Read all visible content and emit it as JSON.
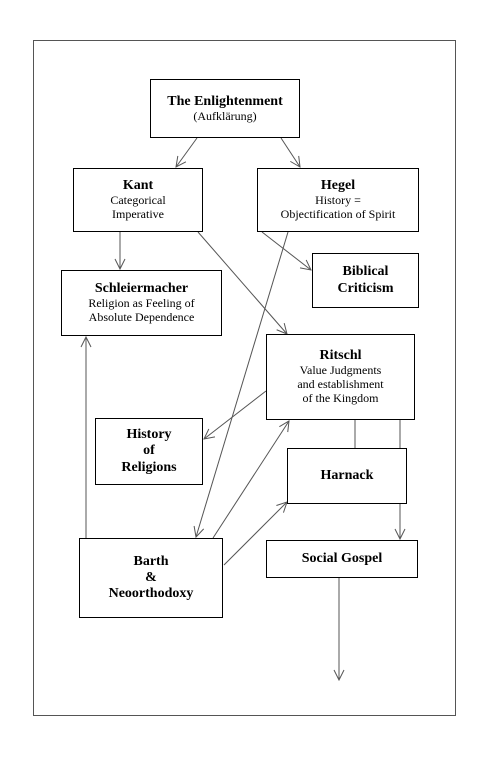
{
  "nodes": {
    "enlightenment": {
      "title": "The Enlightenment",
      "subtitle": "(Aufklärung)"
    },
    "kant": {
      "title": "Kant",
      "subtitle_lines": [
        "Categorical",
        "Imperative"
      ]
    },
    "hegel": {
      "title": "Hegel",
      "subtitle_lines": [
        "History =",
        "Objectification of Spirit"
      ]
    },
    "schleiermacher": {
      "title": "Schleiermacher",
      "subtitle_lines": [
        "Religion as Feeling of",
        "Absolute Dependence"
      ]
    },
    "biblical_criticism": {
      "title_lines": [
        "Biblical",
        "Criticism"
      ]
    },
    "ritschl": {
      "title": "Ritschl",
      "subtitle_lines": [
        "Value Judgments",
        "and establishment",
        "of the Kingdom"
      ]
    },
    "history_of_religions": {
      "title_lines": [
        "History",
        "of",
        "Religions"
      ]
    },
    "harnack": {
      "title": "Harnack"
    },
    "barth": {
      "title_lines": [
        "Barth",
        "&",
        "Neoorthodoxy"
      ]
    },
    "social_gospel": {
      "title": "Social Gospel"
    }
  },
  "edges": [
    {
      "from": "enlightenment",
      "to": "kant",
      "arrow": true
    },
    {
      "from": "enlightenment",
      "to": "hegel",
      "arrow": true
    },
    {
      "from": "kant",
      "to": "schleiermacher",
      "arrow": true
    },
    {
      "from": "kant",
      "to": "ritschl",
      "arrow": true
    },
    {
      "from": "hegel",
      "to": "biblical_criticism",
      "arrow": true
    },
    {
      "from": "hegel",
      "to": "barth",
      "arrow": true
    },
    {
      "from": "ritschl",
      "to": "history_of_religions",
      "arrow": true
    },
    {
      "from": "ritschl",
      "to": "harnack",
      "arrow": false
    },
    {
      "from": "ritschl",
      "to": "social_gospel",
      "arrow": true
    },
    {
      "from": "barth",
      "to": "schleiermacher",
      "arrow": true
    },
    {
      "from": "barth",
      "to": "ritschl",
      "arrow": true
    },
    {
      "from": "barth",
      "to": "harnack",
      "arrow": true
    },
    {
      "from": "social_gospel",
      "to": "continuation",
      "arrow": true
    }
  ],
  "colors": {
    "line": "#555555",
    "box_border": "#000000",
    "background": "#ffffff"
  }
}
